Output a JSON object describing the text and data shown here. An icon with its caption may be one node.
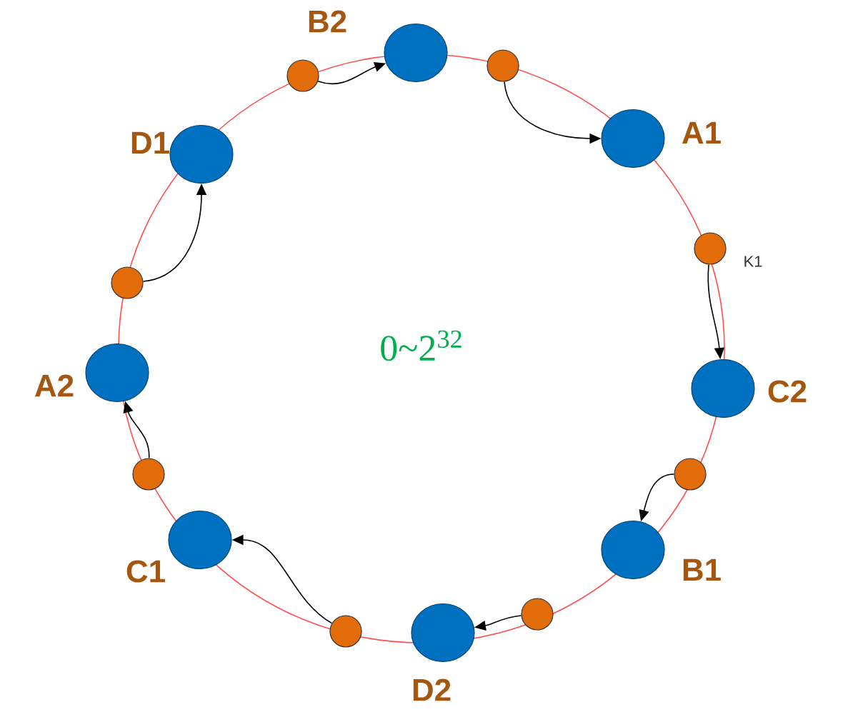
{
  "diagram": {
    "nodes": [
      {
        "text": [],
        "shape": "circle"
      },
      {
        "text": [
          "B2"
        ]
      },
      {
        "text": [],
        "shape": "circle"
      },
      {
        "text": [
          "A1"
        ]
      },
      {
        "text": [
          "K1"
        ]
      },
      {
        "text": [
          "C2"
        ]
      },
      {
        "text": [],
        "shape": "circle"
      },
      {
        "text": [
          "B1"
        ]
      },
      {
        "text": [],
        "shape": "circle"
      },
      {
        "text": [
          "D2"
        ]
      },
      {
        "text": [],
        "shape": "circle"
      },
      {
        "text": [
          "C1"
        ]
      },
      {
        "text": [],
        "shape": "circle"
      },
      {
        "text": [
          "A2"
        ]
      },
      {
        "text": [],
        "shape": "circle"
      },
      {
        "text": [
          "D1"
        ]
      }
    ],
    "edges": [
      {
        "from": 0,
        "to": 1,
        "arrow": "to"
      },
      {
        "from": 2,
        "to": 3,
        "arrow": "to"
      },
      {
        "from": 4,
        "to": 5,
        "arrow": "to"
      },
      {
        "from": 6,
        "to": 7,
        "arrow": "to"
      },
      {
        "from": 8,
        "to": 9,
        "arrow": "to"
      },
      {
        "from": 10,
        "to": 11,
        "arrow": "to"
      },
      {
        "from": 12,
        "to": 13,
        "arrow": "to"
      },
      {
        "from": 14,
        "to": 15,
        "arrow": "to"
      }
    ],
    "labels": [
      "0~2$^{32}$"
    ]
  }
}
